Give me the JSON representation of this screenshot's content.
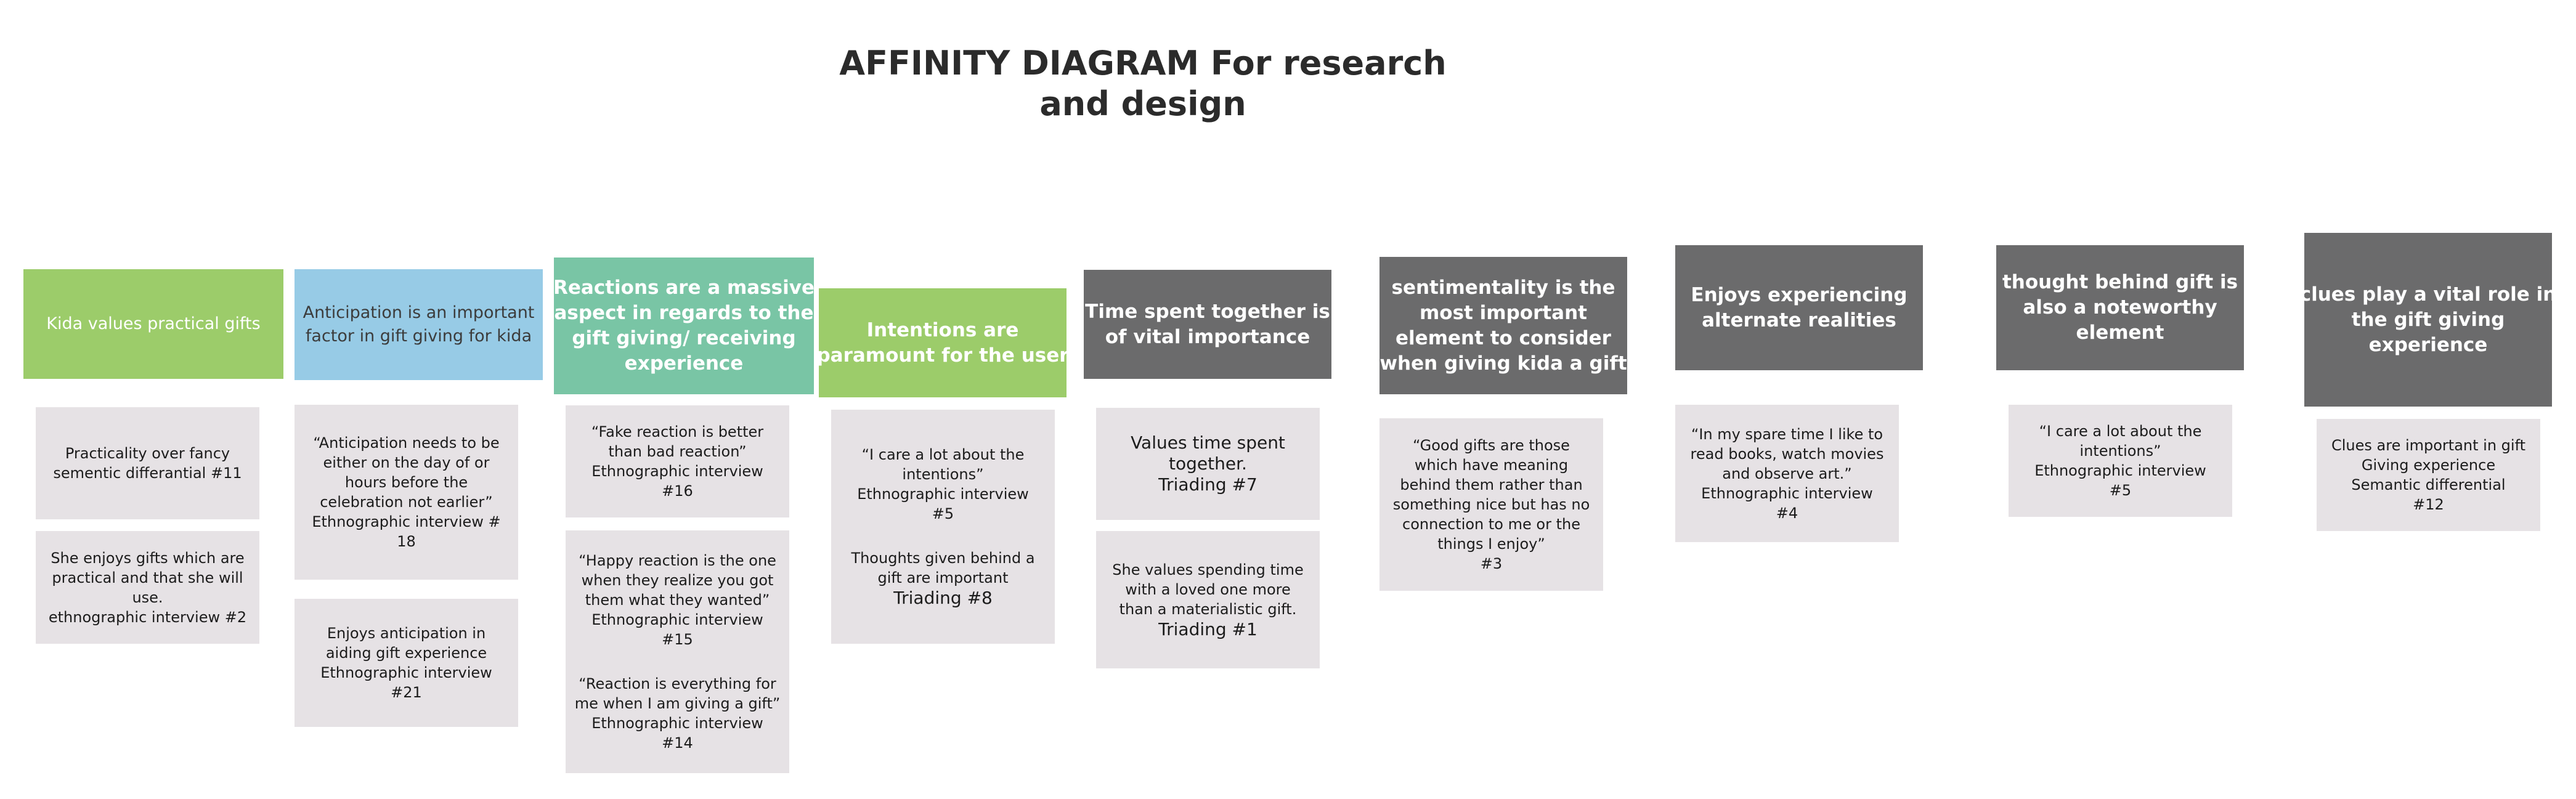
{
  "title": {
    "line1": "AFFINITY DIAGRAM For research",
    "line2": "and design"
  },
  "colors": {
    "green": "#9ccc6a",
    "blue": "#97cbe6",
    "teal": "#79c5a5",
    "gray": "#6b6b6c",
    "note": "#e6e2e5"
  },
  "columns": [
    {
      "header": {
        "lines": [
          "Kida values practical gifts"
        ],
        "color": "green"
      },
      "notes": [
        {
          "paras": [
            [
              "Practicality over fancy",
              "sementic differantial #11"
            ]
          ]
        },
        {
          "paras": [
            [
              "She enjoys gifts which are",
              "practical and that she will",
              "use.",
              "ethnographic interview #2"
            ]
          ]
        }
      ]
    },
    {
      "header": {
        "lines": [
          "Anticipation is an important",
          "factor in gift giving for kida"
        ],
        "color": "blue"
      },
      "notes": [
        {
          "paras": [
            [
              "“Anticipation needs to be",
              "either on the day of or",
              "hours before the",
              "celebration not earlier”",
              "Ethnographic interview #",
              "18"
            ]
          ]
        },
        {
          "paras": [
            [
              "Enjoys anticipation in",
              "aiding gift experience",
              "Ethnographic interview",
              "#21"
            ]
          ]
        }
      ]
    },
    {
      "header": {
        "lines": [
          "Reactions are a massive",
          "aspect in regards to the",
          "gift giving/ receiving",
          "experience"
        ],
        "color": "teal"
      },
      "notes": [
        {
          "paras": [
            [
              "“Fake reaction is better",
              "than bad reaction”",
              "Ethnographic interview",
              "#16"
            ]
          ]
        },
        {
          "paras": [
            [
              "“Happy reaction is the one",
              "when they realize you got",
              "them what they wanted”",
              "Ethnographic interview",
              "#15"
            ],
            [
              "“Reaction is everything for",
              "me when I am giving a gift”",
              "Ethnographic interview",
              "#14"
            ]
          ]
        }
      ]
    },
    {
      "header": {
        "lines": [
          "Intentions are",
          "paramount for the user"
        ],
        "color": "green"
      },
      "notes": [
        {
          "paras": [
            [
              "“I care a lot about the",
              "intentions”",
              "Ethnographic interview",
              "#5"
            ],
            [
              "Thoughts given behind a",
              "gift are important",
              "Triading  #8"
            ]
          ]
        }
      ]
    },
    {
      "header": {
        "lines": [
          "Time spent together is",
          "of vital importance"
        ],
        "color": "gray"
      },
      "notes": [
        {
          "paras": [
            [
              "Values time spent",
              "together.",
              "Triading  #7"
            ]
          ]
        },
        {
          "paras": [
            [
              "She values spending time",
              "with a loved one more",
              "than a materialistic gift.",
              "Triading  #1"
            ]
          ]
        }
      ]
    },
    {
      "header": {
        "lines": [
          "sentimentality is the",
          "most important",
          "element to consider",
          "when giving kida a gift"
        ],
        "color": "gray"
      },
      "notes": [
        {
          "paras": [
            [
              "“Good gifts are those",
              "which have meaning",
              "behind them rather than",
              "something nice but has no",
              "connection to me or the",
              "things I enjoy”",
              "#3"
            ]
          ]
        }
      ]
    },
    {
      "header": {
        "lines": [
          "Enjoys experiencing",
          "alternate realities"
        ],
        "color": "gray"
      },
      "notes": [
        {
          "paras": [
            [
              "“In my spare time I like to",
              "read books, watch movies",
              "and observe art.”",
              "Ethnographic interview",
              "#4"
            ]
          ]
        }
      ]
    },
    {
      "header": {
        "lines": [
          "thought behind gift  is",
          "also a noteworthy",
          "element"
        ],
        "color": "gray"
      },
      "notes": [
        {
          "paras": [
            [
              "“I care a lot about the",
              "intentions”",
              "Ethnographic interview",
              "#5"
            ]
          ]
        }
      ]
    },
    {
      "header": {
        "lines": [
          "clues play a vital role in",
          "the gift giving",
          "experience"
        ],
        "color": "gray"
      },
      "notes": [
        {
          "paras": [
            [
              "Clues are important in gift",
              "Giving experience",
              "Semantic differential",
              "#12"
            ]
          ]
        }
      ]
    }
  ]
}
